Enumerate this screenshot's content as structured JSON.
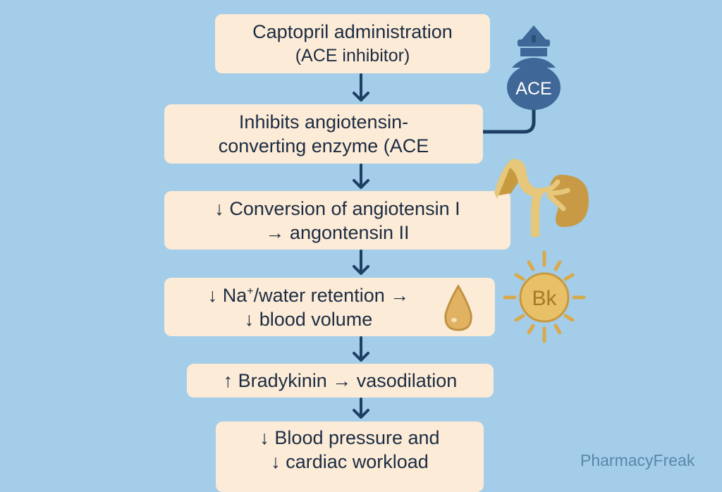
{
  "flowchart": {
    "steps": [
      {
        "line1": "Captopril administration",
        "line2": "(ACE inhibitor)"
      },
      {
        "line1": "Inhibits angiotensin-",
        "line2": "converting enzyme (ACE"
      },
      {
        "line1": "↓ Conversion of angiotensin I",
        "line2": "→ angontensin II"
      },
      {
        "line1_pre": "↓ Na",
        "line1_sup": "+",
        "line1_post": "/water retention →",
        "line2": "↓ blood volume"
      },
      {
        "line1": "↑ Bradykinin → vasodilation"
      },
      {
        "line1": "↓ Blood pressure and",
        "line2": "↓ cardiac workload"
      }
    ]
  },
  "icons": {
    "ace_label": "ACE",
    "bradykinin_label": "Bk"
  },
  "colors": {
    "background": "#a3cde9",
    "box": "#fcebd7",
    "text": "#1c2c42",
    "arrow": "#1d3f63",
    "ace_icon": "#3f6797",
    "gold": "#d9ab55"
  },
  "watermark": "PharmacyFreak"
}
